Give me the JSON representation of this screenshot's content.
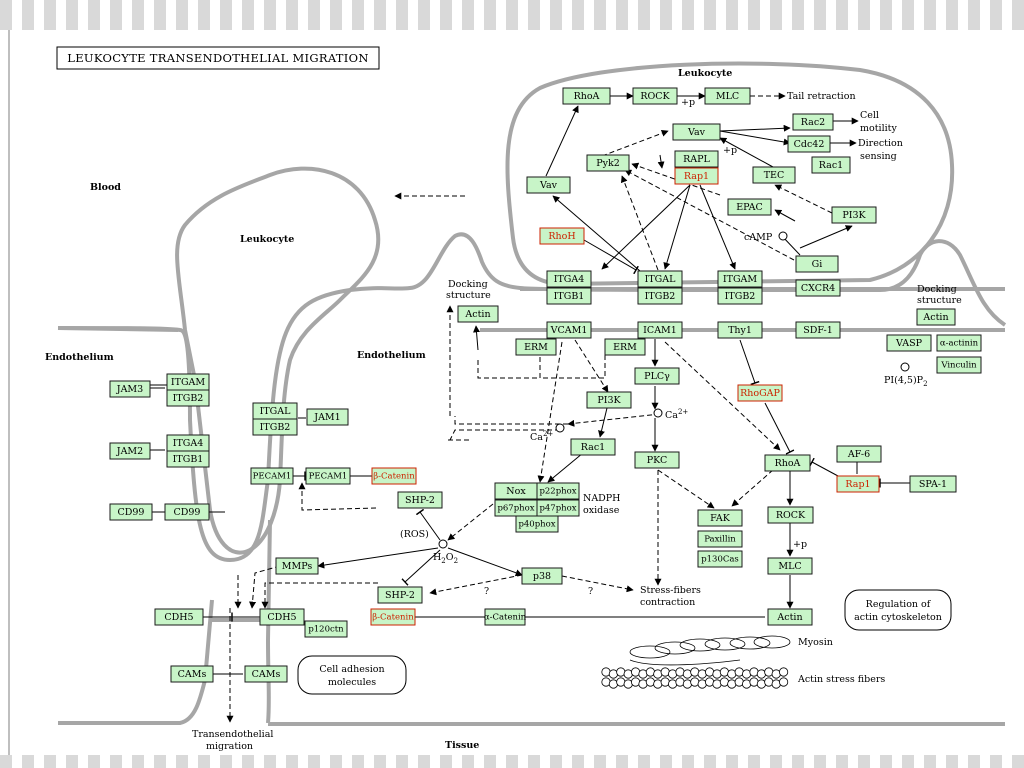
{
  "title": "LEUKOCYTE TRANSENDOTHELIAL MIGRATION",
  "regions": {
    "leukocyte_top": "Leukocyte",
    "leukocyte_left": "Leukocyte",
    "blood": "Blood",
    "endothelium_left": "Endothelium",
    "endothelium_mid": "Endothelium",
    "tissue": "Tissue"
  },
  "nodes": {
    "RhoA_top": "RhoA",
    "ROCK_top": "ROCK",
    "MLC_top": "MLC",
    "Rac2": "Rac2",
    "Vav_top": "Vav",
    "Cdc42": "Cdc42",
    "Rac1_top": "Rac1",
    "Pyk2": "Pyk2",
    "RAPL": "RAPL",
    "Rap1_top": "Rap1",
    "TEC": "TEC",
    "Vav_left": "Vav",
    "EPAC": "EPAC",
    "PI3K_top": "PI3K",
    "RhoH": "RhoH",
    "Gi": "Gi",
    "ITGA4": "ITGA4",
    "ITGB1": "ITGB1",
    "ITGAL": "ITGAL",
    "ITGB2_a": "ITGB2",
    "ITGAM": "ITGAM",
    "ITGB2_b": "ITGB2",
    "CXCR4": "CXCR4",
    "Actin_dock": "Actin",
    "VCAM1": "VCAM1",
    "ICAM1": "ICAM1",
    "Thy1": "Thy1",
    "SDF1": "SDF-1",
    "Actin_right": "Actin",
    "VASP": "VASP",
    "alpha_actinin": "α-actinin",
    "Vinculin": "Vinculin",
    "ERM_a": "ERM",
    "ERM_b": "ERM",
    "PLCg": "PLCγ",
    "RhoGAP": "RhoGAP",
    "PI3K_mid": "PI3K",
    "Rac1_mid": "Rac1",
    "PKC": "PKC",
    "RhoA_mid": "RhoA",
    "AF6": "AF-6",
    "Rap1_mid": "Rap1",
    "SPA1": "SPA-1",
    "Nox": "Nox",
    "p22phox": "p22phox",
    "p67phox": "p67phox",
    "p47phox": "p47phox",
    "p40phox": "p40phox",
    "FAK": "FAK",
    "Paxillin": "Paxillin",
    "p130Cas": "p130Cas",
    "ROCK_mid": "ROCK",
    "MLC_mid": "MLC",
    "JAM3": "JAM3",
    "ITGAM_left": "ITGAM",
    "ITGB2_left": "ITGB2",
    "JAM2": "JAM2",
    "ITGA4_left": "ITGA4",
    "ITGB1_left": "ITGB1",
    "CD99_a": "CD99",
    "CD99_b": "CD99",
    "ITGAL_left": "ITGAL",
    "ITGB2_left2": "ITGB2",
    "JAM1": "JAM1",
    "PECAM1_a": "PECAM1",
    "PECAM1_b": "PECAM1",
    "bCatenin_a": "β-Catenin",
    "SHP2_a": "SHP-2",
    "MMPs": "MMPs",
    "p38": "p38",
    "SHP2_b": "SHP-2",
    "CDH5_a": "CDH5",
    "CDH5_b": "CDH5",
    "p120ctn": "p120ctn",
    "bCatenin_b": "β-Catenin",
    "aCatenin": "α-Catenin",
    "Actin_bottom": "Actin",
    "CAMs_a": "CAMs",
    "CAMs_b": "CAMs"
  },
  "labels": {
    "tail_retraction": "Tail retraction",
    "cell_motility_1": "Cell",
    "cell_motility_2": "motility",
    "direction_sensing_1": "Direction",
    "direction_sensing_2": "sensing",
    "plus_p_1": "+p",
    "plus_p_2": "+p",
    "plus_p_3": "+p",
    "camp": "cAMP",
    "docking_left_1": "Docking",
    "docking_left_2": "structure",
    "docking_right_1": "Docking",
    "docking_right_2": "structure",
    "pip2": "PI(4,5)P",
    "pip2_sub": "2",
    "ca_1": "Ca",
    "ca_1_sup": "2+",
    "ca_2": "Ca",
    "ca_2_sup": "2+",
    "nadph_1": "NADPH",
    "nadph_2": "oxidase",
    "ros": "(ROS)",
    "h2o2": "H",
    "h2o2_sub1": "2",
    "h2o2_o": "O",
    "h2o2_sub2": "2",
    "q1": "?",
    "q2": "?",
    "stress_1": "Stress-fibers",
    "stress_2": "contraction",
    "myosin": "Myosin",
    "actin_stress_fibers": "Actin stress fibers",
    "transendothelial_1": "Transendothelial",
    "transendothelial_2": "migration"
  },
  "notes": {
    "regulation_1": "Regulation of",
    "regulation_2": "actin cytoskeleton",
    "cell_adhesion_1": "Cell adhesion",
    "cell_adhesion_2": "molecules"
  },
  "colors": {
    "node_fill": "#c8f5c8",
    "highlight_red": "#cc2200",
    "membrane": "#a6a6a6"
  }
}
